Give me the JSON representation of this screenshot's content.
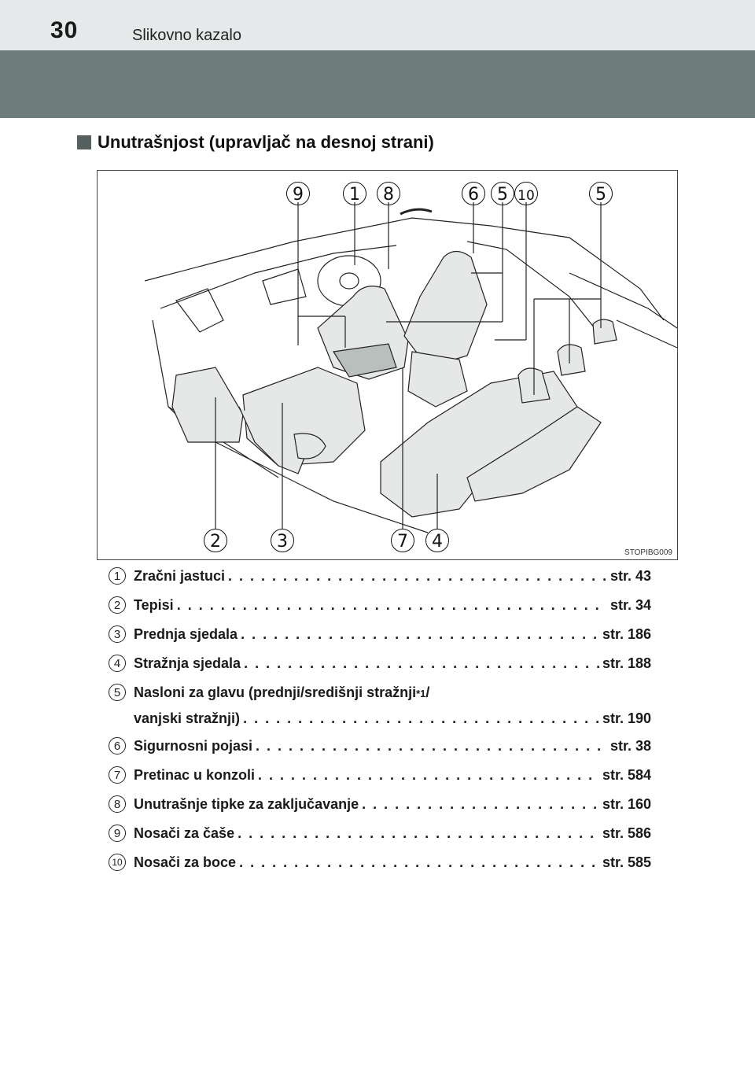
{
  "header": {
    "page_number": "30",
    "title": "Slikovno kazalo"
  },
  "section": {
    "title": "Unutrašnjost (upravljač na desnoj strani)"
  },
  "figure": {
    "code": "STOPIBG009",
    "callouts": [
      "9",
      "1",
      "8",
      "6",
      "5",
      "10",
      "5",
      "2",
      "3",
      "7",
      "4"
    ]
  },
  "items": [
    {
      "num": "1",
      "label": "Zračni jastuci",
      "ref": "str. 43"
    },
    {
      "num": "2",
      "label": "Tepisi",
      "ref": "str. 34"
    },
    {
      "num": "3",
      "label": "Prednja sjedala",
      "ref": "str. 186"
    },
    {
      "num": "4",
      "label": "Stražnja sjedala",
      "ref": "str. 188"
    },
    {
      "num": "5",
      "label_line1": "Nasloni za glavu (prednji/središnji stražnji",
      "sup": "*1",
      "label_line1_end": " /",
      "label": "vanjski stražnji)",
      "ref": "str. 190"
    },
    {
      "num": "6",
      "label": "Sigurnosni pojasi",
      "ref": "str. 38"
    },
    {
      "num": "7",
      "label": "Pretinac u konzoli",
      "ref": "str. 584"
    },
    {
      "num": "8",
      "label": "Unutrašnje tipke za zaključavanje",
      "ref": "str. 160"
    },
    {
      "num": "9",
      "label": "Nosači za čaše",
      "ref": "str. 586"
    },
    {
      "num": "10",
      "label": "Nosači za boce",
      "ref": "str. 585"
    }
  ]
}
